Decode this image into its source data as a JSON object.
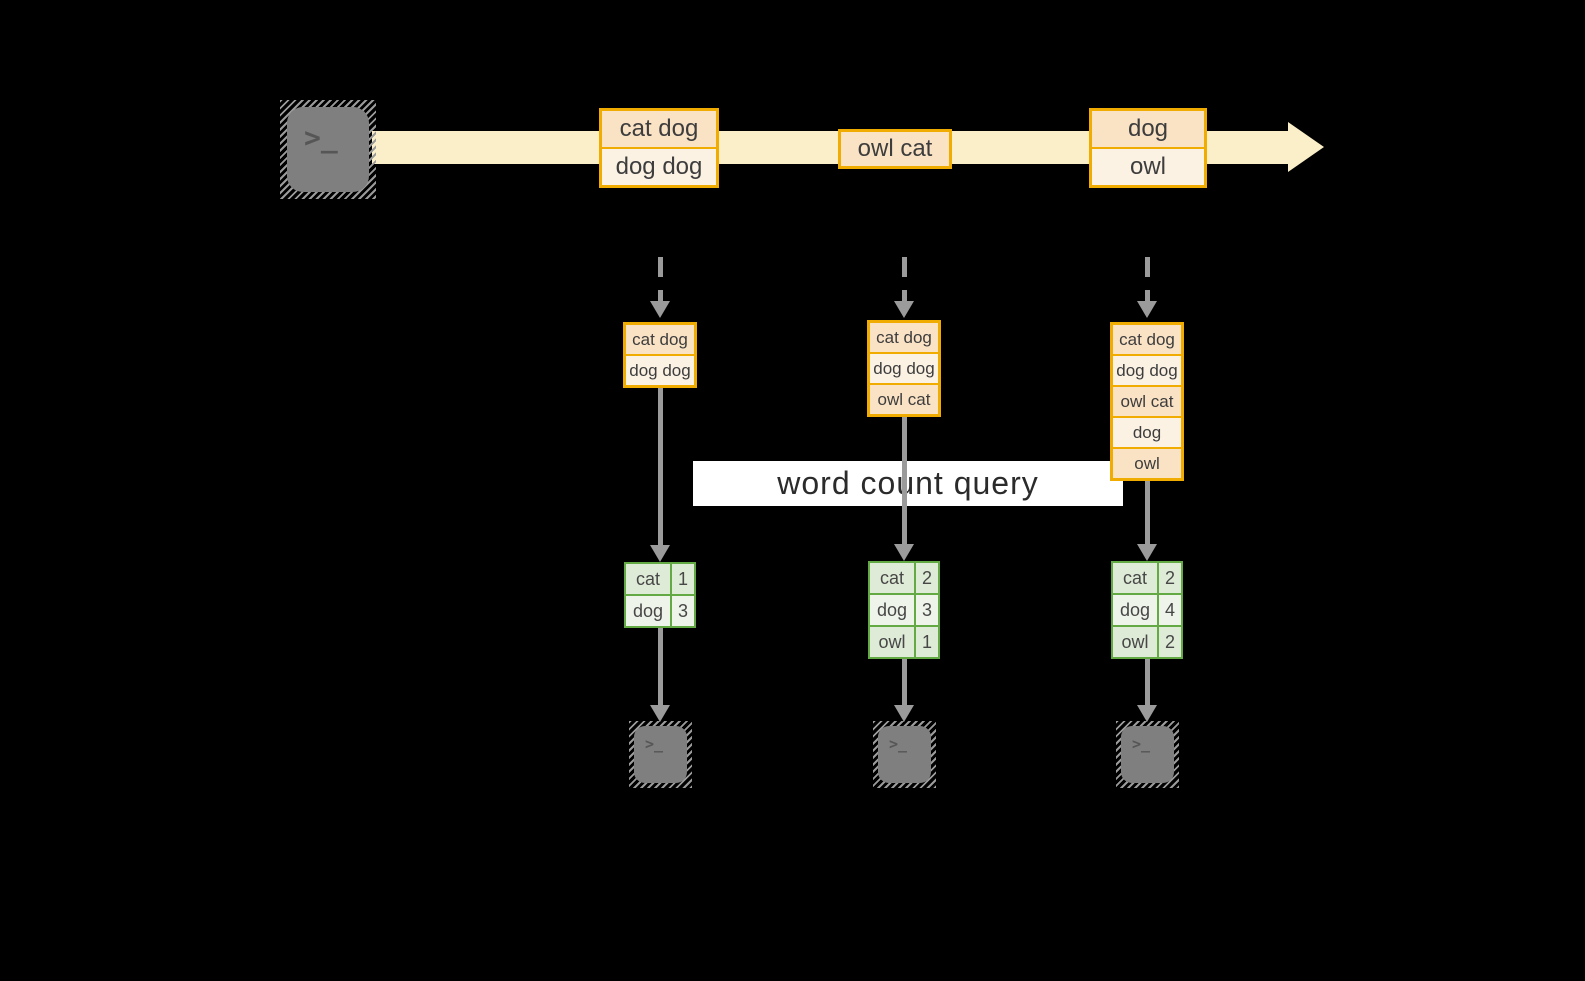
{
  "query": {
    "label": "word count query"
  },
  "icons": {
    "terminal_glyph": ">_"
  },
  "stream": {
    "batches": [
      {
        "rows": [
          "cat dog",
          "dog dog"
        ]
      },
      {
        "rows": [
          "owl cat"
        ]
      },
      {
        "rows": [
          "dog",
          "owl"
        ]
      }
    ]
  },
  "states": [
    {
      "rows": [
        "cat dog",
        "dog dog"
      ]
    },
    {
      "rows": [
        "cat dog",
        "dog dog",
        "owl cat"
      ]
    },
    {
      "rows": [
        "cat dog",
        "dog dog",
        "owl cat",
        "dog",
        "owl"
      ]
    }
  ],
  "results": [
    {
      "rows": [
        {
          "word": "cat",
          "count": "1"
        },
        {
          "word": "dog",
          "count": "3"
        }
      ]
    },
    {
      "rows": [
        {
          "word": "cat",
          "count": "2"
        },
        {
          "word": "dog",
          "count": "3"
        },
        {
          "word": "owl",
          "count": "1"
        }
      ]
    },
    {
      "rows": [
        {
          "word": "cat",
          "count": "2"
        },
        {
          "word": "dog",
          "count": "4"
        },
        {
          "word": "owl",
          "count": "2"
        }
      ]
    }
  ],
  "colors": {
    "background": "#000000",
    "stream_band": "#FAEFC8",
    "orange_border": "#F0AC00",
    "orange_fill_dark": "#FAE2C4",
    "orange_fill_light": "#FCF2E4",
    "green_border": "#63A944",
    "green_fill_dark": "#DEEBD6",
    "green_fill_light": "#EEF4EA",
    "arrow_gray": "#9B9B9B",
    "terminal_gray": "#7F7F7F",
    "query_band_bg": "#FFFFFF"
  }
}
